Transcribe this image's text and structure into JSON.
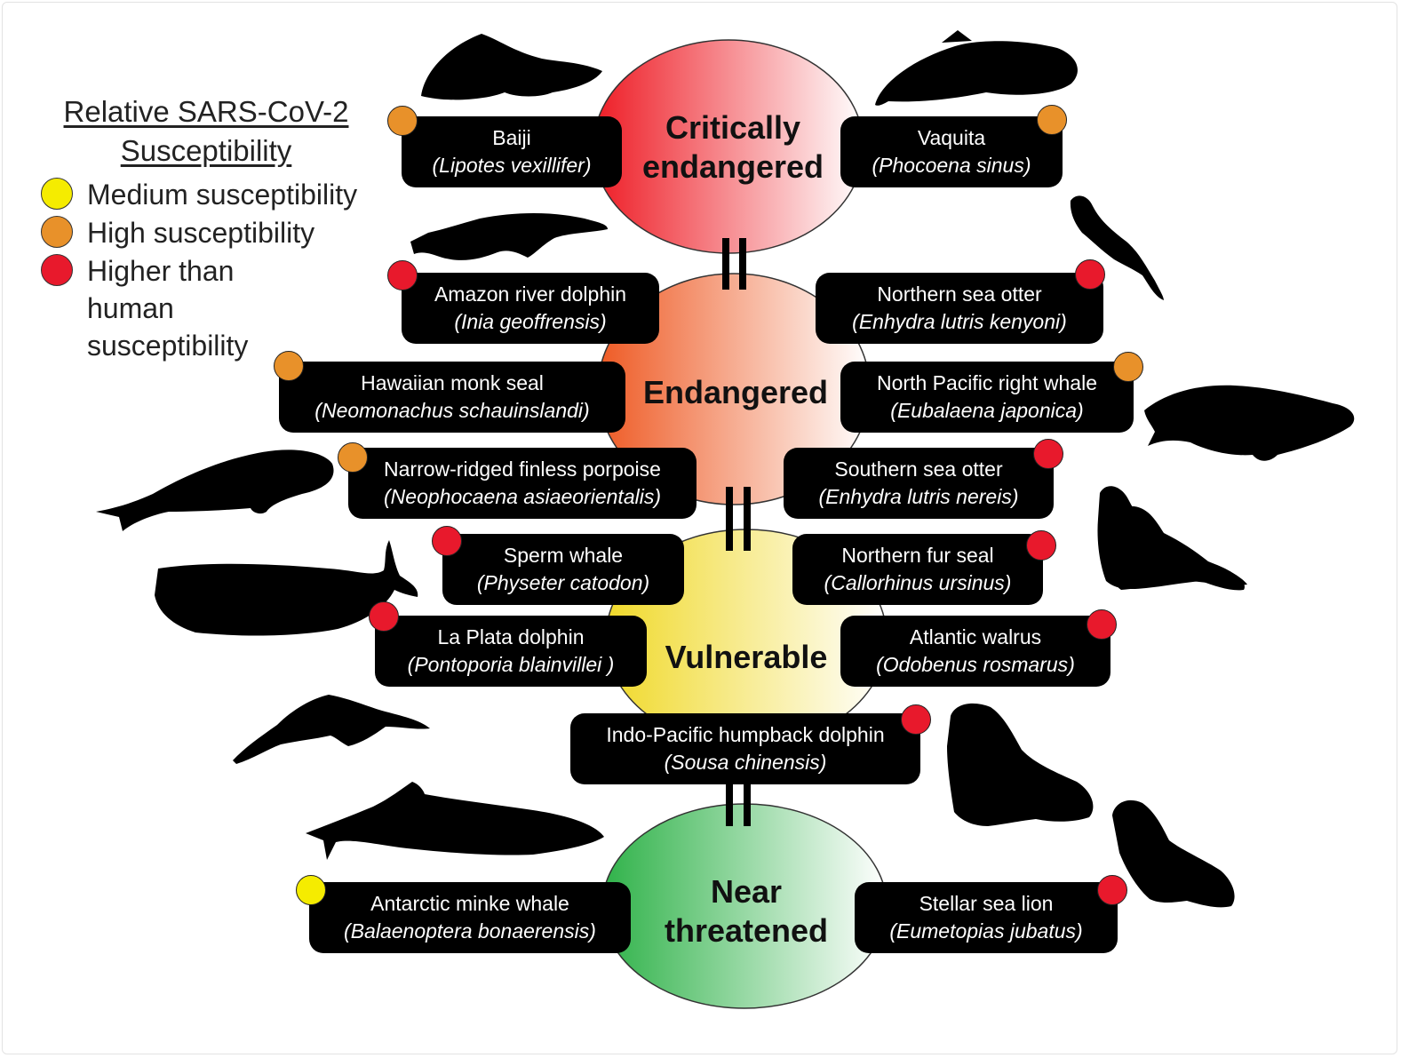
{
  "legend": {
    "title": "Relative SARS-CoV-2 Susceptibility",
    "items": [
      {
        "label": "Medium susceptibility",
        "color": "#f5ec00"
      },
      {
        "label": "High susceptibility",
        "color": "#e8912a"
      },
      {
        "label": "Higher than human susceptibility",
        "color": "#e8192c"
      }
    ]
  },
  "categories": [
    {
      "label": "Critically endangered",
      "colors": [
        "#ee1c25",
        "#ffffff"
      ]
    },
    {
      "label": "Endangered",
      "colors": [
        "#ee5a24",
        "#ffffff"
      ]
    },
    {
      "label": "Vulnerable",
      "colors": [
        "#f0d92a",
        "#ffffff"
      ]
    },
    {
      "label": "Near threatened",
      "colors": [
        "#2fb249",
        "#ffffff"
      ]
    }
  ],
  "species": [
    {
      "common": "Baiji",
      "scientific": "Lipotes vexillifer",
      "susceptibility": "High susceptibility",
      "category": "Critically endangered"
    },
    {
      "common": "Vaquita",
      "scientific": "Phocoena sinus",
      "susceptibility": "High susceptibility",
      "category": "Critically endangered"
    },
    {
      "common": "Amazon river dolphin",
      "scientific": "Inia geoffrensis",
      "susceptibility": "Higher than human susceptibility",
      "category": "Endangered"
    },
    {
      "common": "Northern sea otter",
      "scientific": "Enhydra lutris kenyoni",
      "susceptibility": "Higher than human susceptibility",
      "category": "Endangered"
    },
    {
      "common": "Hawaiian monk seal",
      "scientific": "Neomonachus schauinslandi",
      "susceptibility": "High susceptibility",
      "category": "Endangered"
    },
    {
      "common": "North Pacific right whale",
      "scientific": "Eubalaena japonica",
      "susceptibility": "High susceptibility",
      "category": "Endangered"
    },
    {
      "common": "Narrow-ridged finless porpoise",
      "scientific": "Neophocaena asiaeorientalis",
      "susceptibility": "High susceptibility",
      "category": "Endangered"
    },
    {
      "common": "Southern sea otter",
      "scientific": "Enhydra lutris nereis",
      "susceptibility": "Higher than human susceptibility",
      "category": "Endangered"
    },
    {
      "common": "Sperm whale",
      "scientific": "Physeter catodon",
      "susceptibility": "Higher than human susceptibility",
      "category": "Vulnerable"
    },
    {
      "common": "Northern fur seal",
      "scientific": "Callorhinus ursinus",
      "susceptibility": "Higher than human susceptibility",
      "category": "Vulnerable"
    },
    {
      "common": "La Plata dolphin",
      "scientific": "Pontoporia blainvillei ",
      "susceptibility": "Higher than human susceptibility",
      "category": "Vulnerable"
    },
    {
      "common": "Atlantic walrus",
      "scientific": "Odobenus rosmarus",
      "susceptibility": "Higher than human susceptibility",
      "category": "Vulnerable"
    },
    {
      "common": "Indo-Pacific humpback dolphin",
      "scientific": "Sousa chinensis",
      "susceptibility": "Higher than human susceptibility",
      "category": "Vulnerable"
    },
    {
      "common": "Antarctic minke whale",
      "scientific": "Balaenoptera bonaerensis",
      "susceptibility": "Medium susceptibility",
      "category": "Near threatened"
    },
    {
      "common": "Stellar sea lion",
      "scientific": "Eumetopias jubatus",
      "susceptibility": "Higher than human susceptibility",
      "category": "Near threatened"
    }
  ],
  "silhouette_color": "#000000"
}
